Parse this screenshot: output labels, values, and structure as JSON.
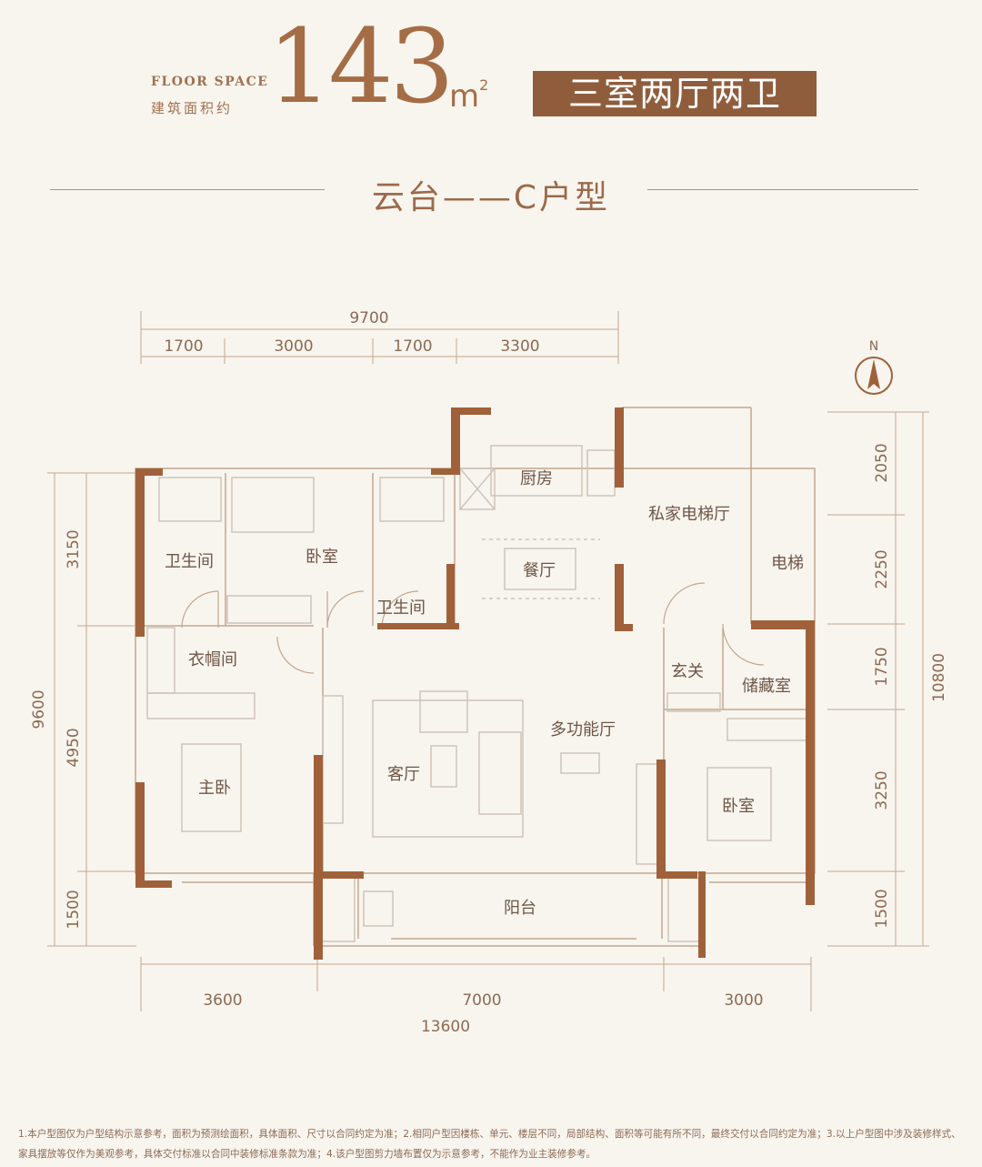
{
  "header": {
    "floor_space_en": "FLOOR SPACE",
    "floor_space_cn": "建筑面积约",
    "area_number": "143",
    "area_unit": "m",
    "area_unit_sup": "2",
    "layout_type": "三室两厅两卫",
    "plan_title": "云台——C户型"
  },
  "compass": {
    "label": "N"
  },
  "rooms": {
    "kitchen": "厨房",
    "private_elevator_hall": "私家电梯厅",
    "elevator": "电梯",
    "bathroom_1": "卫生间",
    "bedroom_1": "卧室",
    "dining": "餐厅",
    "bathroom_2": "卫生间",
    "cloakroom": "衣帽间",
    "foyer": "玄关",
    "storage": "储藏室",
    "multifunction_hall": "多功能厅",
    "living": "客厅",
    "master_bedroom": "主卧",
    "bedroom_2": "卧室",
    "balcony": "阳台"
  },
  "dimensions": {
    "top_total": "9700",
    "top_segments": [
      "1700",
      "3000",
      "1700",
      "3300"
    ],
    "bottom_segments": [
      "3600",
      "7000",
      "3000"
    ],
    "bottom_total": "13600",
    "left_total": "9600",
    "left_segments": [
      "3150",
      "4950",
      "1500"
    ],
    "right_total": "10800",
    "right_segments": [
      "2050",
      "2250",
      "1750",
      "3250",
      "1500"
    ]
  },
  "colors": {
    "wall": "#a0613a",
    "accent": "#8f5d3c",
    "line": "#c4a68d",
    "furniture": "#cfc3b8",
    "background": "#f8f5ef"
  },
  "footnote": "1.本户型图仅为户型结构示意参考，面积为预测绘面积，具体面积、尺寸以合同约定为准；2.相同户型因楼栋、单元、楼层不同，局部结构、面积等可能有所不同，最终交付以合同约定为准；3.以上户型图中涉及装修样式、家具摆放等仅作为美观参考，具体交付标准以合同中装修标准条款为准；4.该户型图剪力墙布置仅为示意参考，不能作为业主装修参考。"
}
